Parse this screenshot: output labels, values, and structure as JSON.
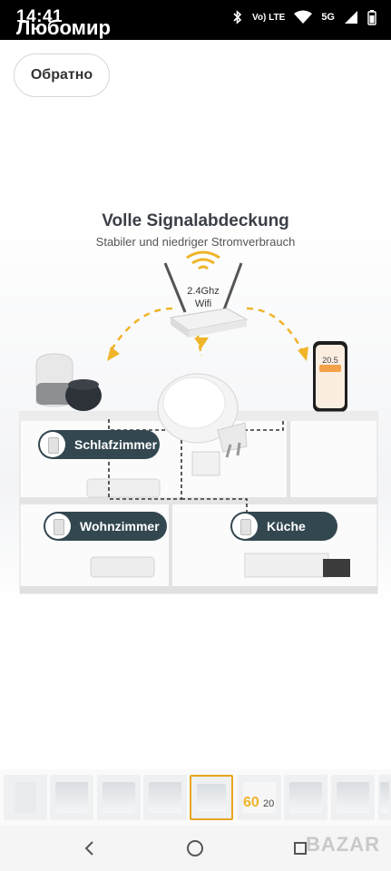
{
  "status_bar": {
    "time": "14:41",
    "user_name": "Любомир",
    "network": [
      "Vo) LTE",
      "5G"
    ],
    "icons": [
      "bluetooth-icon",
      "wifi-icon",
      "signal-icon",
      "battery-icon"
    ]
  },
  "back_button": {
    "label": "Обратно"
  },
  "product_image": {
    "title": "Volle Signalabdeckung",
    "subtitle": "Stabiler und niedriger Stromverbrauch",
    "router_label_line1": "2.4Ghz",
    "router_label_line2": "Wifi",
    "phone_temp": "20.5",
    "rooms": [
      "Schlafzimmer",
      "Wohnzimmer",
      "Küche"
    ],
    "thumb_numbers": [
      "60",
      "20"
    ]
  },
  "thumbnails": {
    "count": 9,
    "active_index": 4
  },
  "watermark": "BAZAR",
  "colors": {
    "accent_arrows": "#f0b429",
    "label_bg": "#334750",
    "active_thumb": "#e8a51c"
  }
}
